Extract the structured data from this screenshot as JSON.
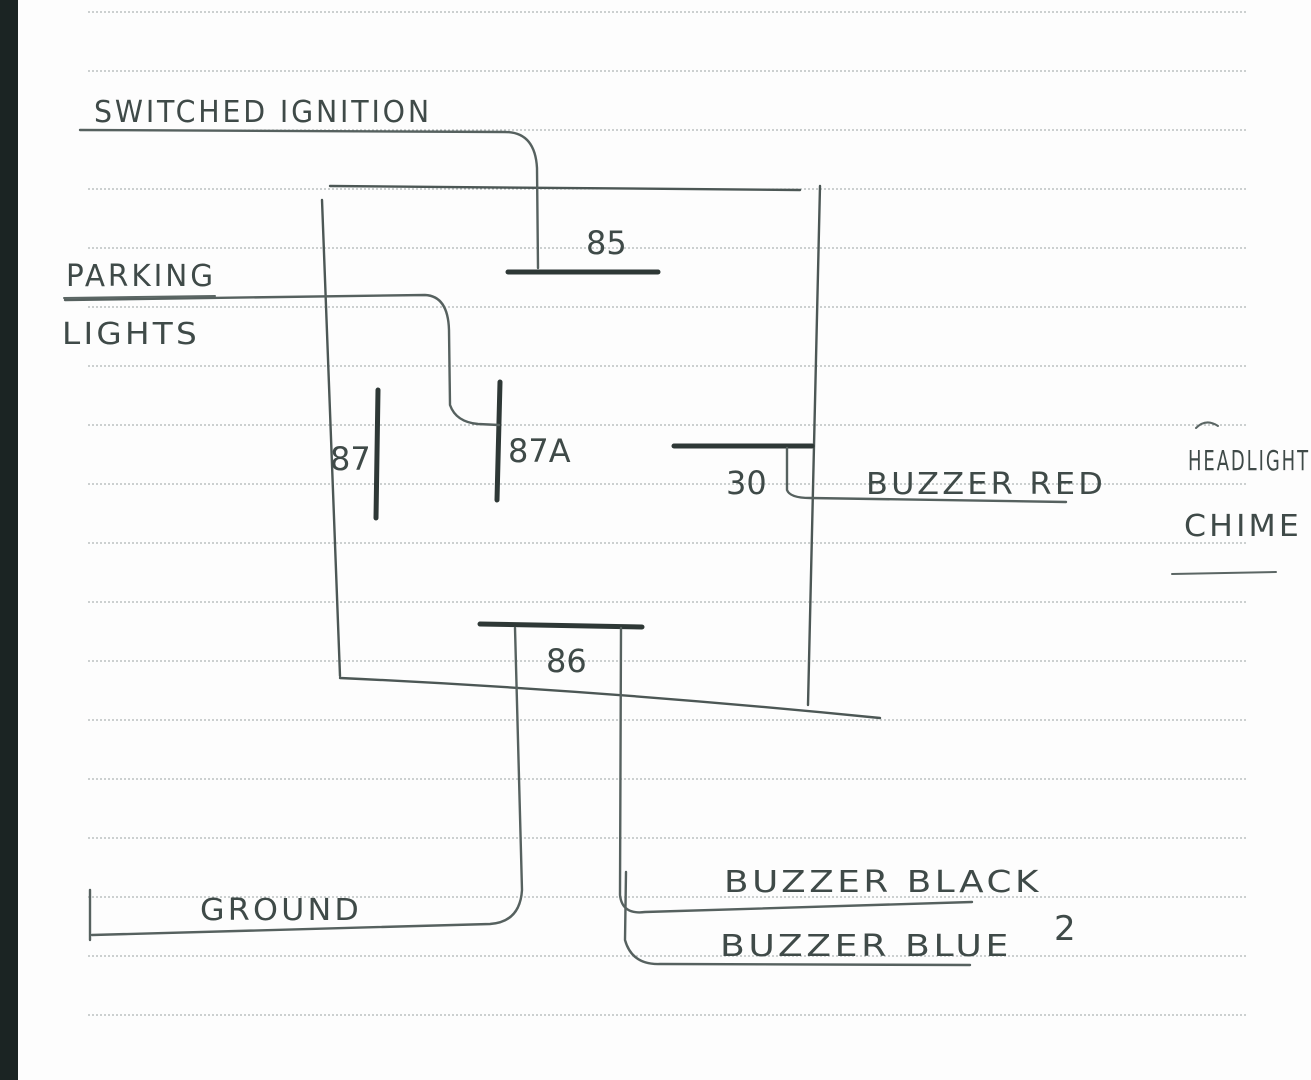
{
  "labels": {
    "switched_ignition": "SWITCHED IGNITION",
    "parking": "PARKING",
    "lights": "LIGHTS",
    "buzzer_red": "BUZZER RED",
    "headlight": "HEADLIGHT",
    "chime": "CHIME",
    "ground": "GROUND",
    "buzzer_black": "BUZZER BLACK",
    "buzzer_blue": "BUZZER BLUE",
    "note_2": "2"
  },
  "pins": {
    "p85": "85",
    "p87": "87",
    "p87a": "87A",
    "p30": "30",
    "p86": "86"
  },
  "colors": {
    "ink": "#3f4a48",
    "paper": "#fdfdfd"
  }
}
